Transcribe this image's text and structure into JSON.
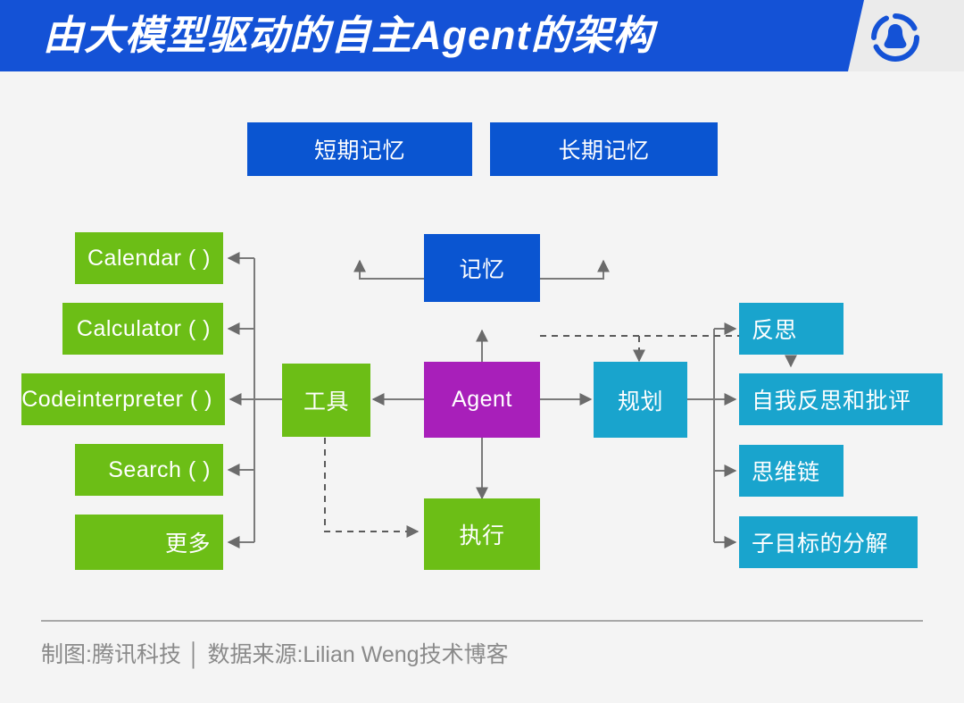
{
  "header": {
    "title": "由大模型驱动的自主Agent的架构",
    "logo_icon": "tencent-qq-logo-icon",
    "bar_color": "#1452d6",
    "panel_color": "#ebebeb"
  },
  "palette": {
    "blue": "#0a55d1",
    "green": "#6cbe16",
    "purple": "#a81fba",
    "cyan": "#19a4cd",
    "line": "#7a7a7a",
    "background": "#f4f4f4"
  },
  "diagram": {
    "memory_types": [
      {
        "label": "短期记忆",
        "color": "#0a55d1"
      },
      {
        "label": "长期记忆",
        "color": "#0a55d1"
      }
    ],
    "tools": [
      {
        "label": "Calendar ( )",
        "color": "#6cbe16"
      },
      {
        "label": "Calculator ( )",
        "color": "#6cbe16"
      },
      {
        "label": "Codeinterpreter ( )",
        "color": "#6cbe16"
      },
      {
        "label": "Search ( )",
        "color": "#6cbe16"
      },
      {
        "label": "更多",
        "color": "#6cbe16"
      }
    ],
    "core": {
      "memory": {
        "label": "记忆",
        "color": "#0a55d1"
      },
      "tool": {
        "label": "工具",
        "color": "#6cbe16"
      },
      "agent": {
        "label": "Agent",
        "color": "#a81fba"
      },
      "planning": {
        "label": "规划",
        "color": "#19a4cd"
      },
      "action": {
        "label": "执行",
        "color": "#6cbe16"
      }
    },
    "planning_items": [
      {
        "label": "反思",
        "color": "#19a4cd"
      },
      {
        "label": "自我反思和批评",
        "color": "#19a4cd"
      },
      {
        "label": "思维链",
        "color": "#19a4cd"
      },
      {
        "label": "子目标的分解",
        "color": "#19a4cd"
      }
    ]
  },
  "footer": {
    "credit": "制图:腾讯科技 │ 数据来源:Lilian Weng技术博客"
  }
}
